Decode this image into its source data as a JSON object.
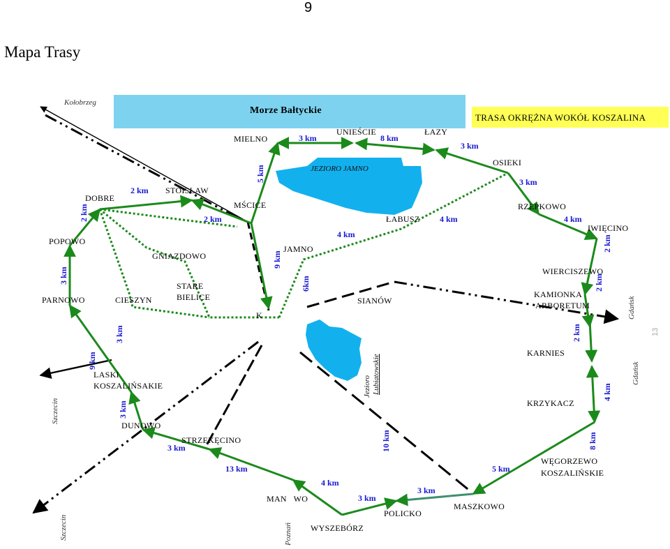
{
  "page": {
    "number": "9",
    "title": "Mapa Trasy",
    "side_number": "13"
  },
  "map": {
    "sea_label": "Morze Bałtyckie",
    "route_title": "TRASA OKRĘŻNA WOKÓŁ KOSZALINA",
    "lakes": {
      "jamno": "JEZIORO JAMNO",
      "lubiatowskie_1": "Jezioro",
      "lubiatowskie_2": "Lubiatowskie"
    },
    "roads": {
      "kolobrzeg": "Kołobrzeg",
      "szczecin_1": "Szczecin",
      "szczecin_2": "Szczecin",
      "poznan": "Poznań",
      "gdansk_1": "Gdańsk",
      "gdansk_2": "Gdańsk"
    },
    "places": {
      "mielno": "MIELNO",
      "uniescie": "UNIEŚCIE",
      "lazy": "ŁAZY",
      "osieki": "OSIEKI",
      "rzepkowo": "RZEPKOWO",
      "swiecino": "IWIĘCINO",
      "wierciszewo": "WIERCISZEWO",
      "kamionka": "KAMIONKA",
      "arboretum": "ARBORETUM",
      "karnies": "KARNIES",
      "krzykacz": "KRZYKACZ",
      "wegorzewo": "WĘGORZEWO",
      "koszalinskie": "KOSZALIŃSKIE",
      "maszkowo": "MASZKOWO",
      "policko": "POLICKO",
      "wyszebórz": "WYSZEBÓRZ",
      "manowo": "MAN   WO",
      "strzekecino": "STRZEKĘCINO",
      "dunowo": "DUNOWO",
      "laski": "LASKI",
      "laski2": "KOSZALIŃSAKIE",
      "parnowo": "PARNOWO",
      "popowo": "POPOWO",
      "dobre": "DOBRE",
      "stoislaw": "STOISŁAW",
      "mscice": "MŚCICE",
      "gniazdowo": "GNIAZDOWO",
      "stare": "STARE",
      "bielice": "BIELICE",
      "cieszyn": "CIESZYN",
      "jamno": "JAMNO",
      "labusz": "ŁABUSZ",
      "sianow": "SIANÓW",
      "k": "K"
    },
    "distances": {
      "mielno_uniescie": "3 km",
      "uniescie_lazy": "8 km",
      "lazy_osieki": "3 km",
      "osieki_rzepkowo": "3 km",
      "rzepkowo_swiecino": "4 km",
      "swiecino_wier": "2 km",
      "wier_kam": "2 km",
      "kam_karnies": "2 km",
      "karnies_krzykacz": "4 km",
      "krzykacz_weg": "8 km",
      "weg_maszkowo": "5 km",
      "maszkowo_policko": "3 km",
      "policko_wysz": "3 km",
      "wysz_manowo": "4 km",
      "manowo_strz": "13 km",
      "strz_dunowo": "3 km",
      "dunowo_laski": "3 km",
      "laski_parnowo": "9 km",
      "parnowo_popowo": "3 km",
      "popowo_dobre": "2 km",
      "dobre_stoislaw": "2 km",
      "stoislaw_mscice": "2 km",
      "mscice_mielno": "5 km",
      "mscice_k": "9 km",
      "k_jamno": "6km",
      "jamno_osieki": "4 km",
      "labusz_osieki": "4 km",
      "cieszyn_laski": "3 km",
      "sianow_maszkowo": "10 km"
    }
  },
  "colors": {
    "route": "#1b8a1b",
    "route_alt": "#3f8f6f",
    "sea": "#7dd3ef",
    "lake": "#12b1ee",
    "route_title_bg": "#ffff55",
    "distance_text": "#1a1ad0"
  }
}
